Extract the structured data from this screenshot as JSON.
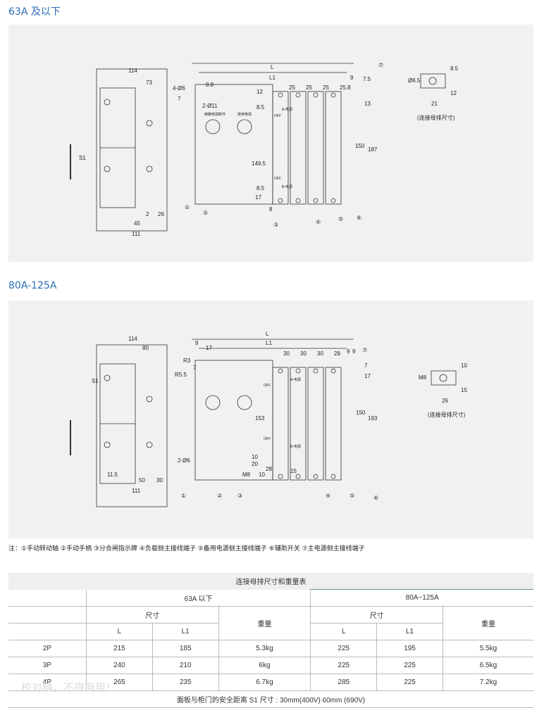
{
  "section1": {
    "title": "63A 及以下",
    "dims": [
      "114",
      "73",
      "L",
      "L1",
      "8.8",
      "4-Ø6",
      "7",
      "2-Ø11",
      "12",
      "8.5",
      "149.5",
      "8.5",
      "17",
      "25",
      "25",
      "25",
      "25.8",
      "9",
      "7.5",
      "13",
      "150",
      "187",
      "S1",
      "2",
      "26",
      "45",
      "111",
      "8"
    ],
    "callouts": [
      "①",
      "②",
      "③",
      "④",
      "⑤",
      "⑥",
      "⑦"
    ],
    "busbar": {
      "dims": [
        "8.5",
        "Ø6.5",
        "12",
        "21"
      ],
      "caption": "(连接母排尺寸)"
    },
    "labels": [
      "两路电源断开",
      "常用电源",
      "A-电源",
      "B-电源",
      "OFF",
      "OFF"
    ]
  },
  "section2": {
    "title": "80A-125A",
    "dims": [
      "114",
      "80",
      "L",
      "L1",
      "9",
      "17",
      "R3",
      "7",
      "R5.5",
      "30",
      "30",
      "30",
      "28",
      "9",
      "9",
      "7",
      "17",
      "153",
      "150",
      "193",
      "10",
      "20",
      "10",
      "M8",
      "28",
      "15",
      "2-Ø6",
      "11.5",
      "50",
      "30",
      "111",
      "S1"
    ],
    "callouts": [
      "①",
      "②",
      "③",
      "④",
      "⑤",
      "⑥",
      "⑦"
    ],
    "busbar": {
      "dims": [
        "10",
        "M8",
        "15",
        "26"
      ],
      "caption": "(连接母排尺寸)"
    },
    "labels": [
      "A-电源",
      "B-电源",
      "OFF",
      "OFF"
    ]
  },
  "note": "注：①手动转动轴  ②手动手柄  ③分合闸指示牌  ④负载侧主接线端子  ⑤备用电源侧主接线端子  ⑥辅助开关  ⑦主电源侧主接线端子",
  "table": {
    "caption": "连接母排尺寸和重量表",
    "groups": [
      "63A 以下",
      "80A~125A"
    ],
    "size": "尺寸",
    "weight": "重量",
    "L": "L",
    "L1": "L1",
    "rows": [
      [
        "2P",
        "215",
        "185",
        "5.3kg",
        "225",
        "195",
        "5.5kg"
      ],
      [
        "3P",
        "240",
        "210",
        "6kg",
        "225",
        "225",
        "6.5kg"
      ],
      [
        "4P",
        "265",
        "235",
        "6.7kg",
        "285",
        "225",
        "7.2kg"
      ]
    ],
    "footer": "面板与柜门的安全距离  S1 尺寸 : 30mm(400V) 60mm (690V)"
  },
  "watermark": "校对稿，不得商用！"
}
